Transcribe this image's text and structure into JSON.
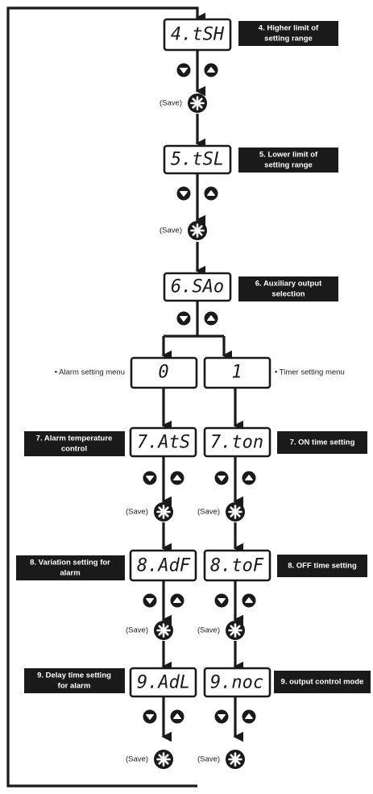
{
  "colors": {
    "ink": "#1a1a1a",
    "paper": "#ffffff"
  },
  "icons": {
    "down": "down-triangle-circle-icon",
    "up": "up-triangle-circle-icon",
    "save": "asterisk-circle-icon"
  },
  "save_label": "(Save)",
  "steps": {
    "step4": {
      "display": "4.tSH",
      "label": [
        "4. Higher limit of",
        "setting range"
      ]
    },
    "step5": {
      "display": "5.tSL",
      "label": [
        "5. Lower limit of",
        "setting range"
      ]
    },
    "step6": {
      "display": "6.SAo",
      "label": [
        "6. Auxiliary output",
        "selection"
      ]
    },
    "opt0": {
      "display": "0",
      "note": "• Alarm setting menu"
    },
    "opt1": {
      "display": "1",
      "note": "• Timer setting menu"
    },
    "step7a": {
      "display": "7.AtS",
      "label": [
        "7. Alarm temperature",
        "control"
      ]
    },
    "step7t": {
      "display": "7.ton",
      "label": [
        "7. ON time setting"
      ]
    },
    "step8a": {
      "display": "8.AdF",
      "label": [
        "8. Variation setting for",
        "alarm"
      ]
    },
    "step8t": {
      "display": "8.toF",
      "label": [
        "8. OFF time setting"
      ]
    },
    "step9a": {
      "display": "9.AdL",
      "label": [
        "9. Delay time setting",
        "for alarm"
      ]
    },
    "step9t": {
      "display": "9.noc",
      "label": [
        "9. output control mode"
      ]
    }
  }
}
